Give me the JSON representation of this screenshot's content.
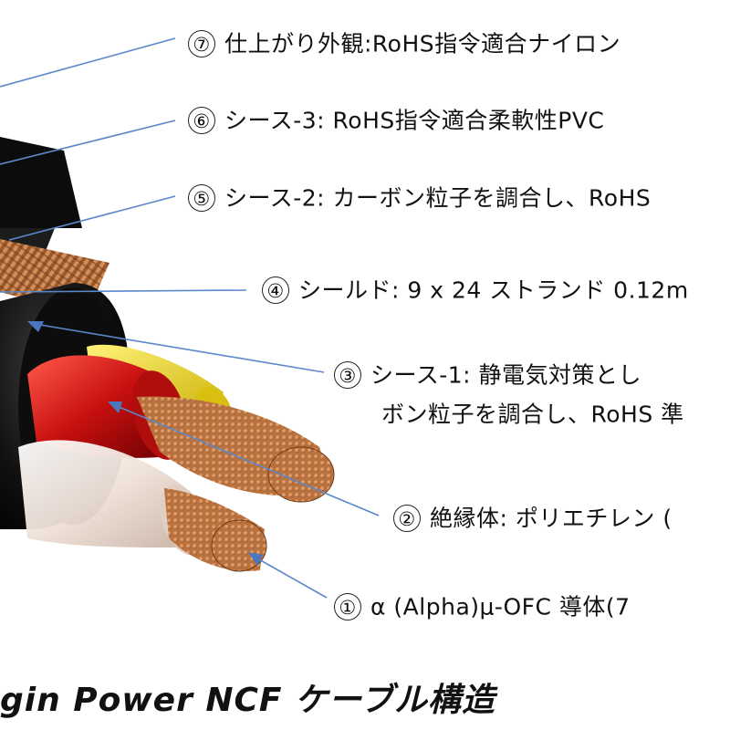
{
  "title": "gin Power NCF ケーブル構造",
  "callouts": [
    {
      "num": "⑦",
      "text": "仕上がり外観:RoHS指令適合ナイロン"
    },
    {
      "num": "⑥",
      "text": "シース-3: RoHS指令適合柔軟性PVC"
    },
    {
      "num": "⑤",
      "text": "シース-2: カーボン粒子を調合し、RoHS"
    },
    {
      "num": "④",
      "text": "シールド: 9 x 24 ストランド 0.12m"
    },
    {
      "num": "③",
      "text": "シース-1: 静電気対策とし",
      "text2": "ボン粒子を調合し、RoHS 準"
    },
    {
      "num": "②",
      "text": "絶縁体: ポリエチレン ("
    },
    {
      "num": "①",
      "text": "α (Alpha)μ-OFC 導体(7"
    }
  ],
  "colors": {
    "leader_line": "#5b87c9",
    "outer_jacket": "#111111",
    "red_insulation": "#c81010",
    "yellow_insulation": "#e8d21a",
    "clear_insulation": "#e9dcd4",
    "copper": "#c9824e",
    "braid": "#b86c3c"
  }
}
